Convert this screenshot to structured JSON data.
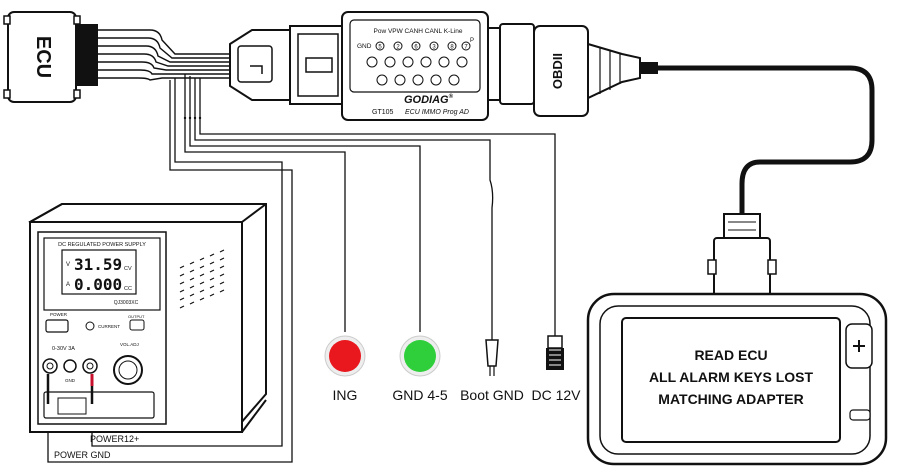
{
  "ecu": {
    "label": "ECU"
  },
  "obd_connector": {
    "label": "OBDII"
  },
  "adapter": {
    "pins_top": "Pow VPW CANH CANL K-Line",
    "pins_mid_left": "GND",
    "pin_numbers": [
      "5",
      "2",
      "6",
      "3",
      "8"
    ],
    "pins_right": "P",
    "pin_right_number": "7",
    "brand": "GODIAG",
    "brand_mark": "®",
    "model": "GT105",
    "subtitle": "ECU IMMO Prog AD"
  },
  "power_supply": {
    "header": "DC REGULATED POWER SUPPLY",
    "voltage": "31.59",
    "voltage_unit": "CV",
    "voltage_prefix": "V",
    "current": "0.000",
    "current_unit": "CC",
    "current_prefix": "A",
    "model": "QJ3003XC",
    "power_label": "POWER",
    "current_btn": "CURRENT",
    "output_label": "OUTPUT",
    "range": "0-30V  3A",
    "gnd_label": "GND",
    "vol_adj": "VOL.ADJ"
  },
  "labels": {
    "ing": "ING",
    "gnd45": "GND 4-5",
    "boot_gnd": "Boot GND",
    "dc12v": "DC 12V",
    "power12": "POWER12+",
    "power_gnd": "POWER GND"
  },
  "colors": {
    "ing": "#e8181e",
    "gnd45": "#2fce3b"
  },
  "tablet": {
    "line1": "READ ECU",
    "line2": "ALL ALARM KEYS LOST",
    "line3": "MATCHING ADAPTER"
  }
}
